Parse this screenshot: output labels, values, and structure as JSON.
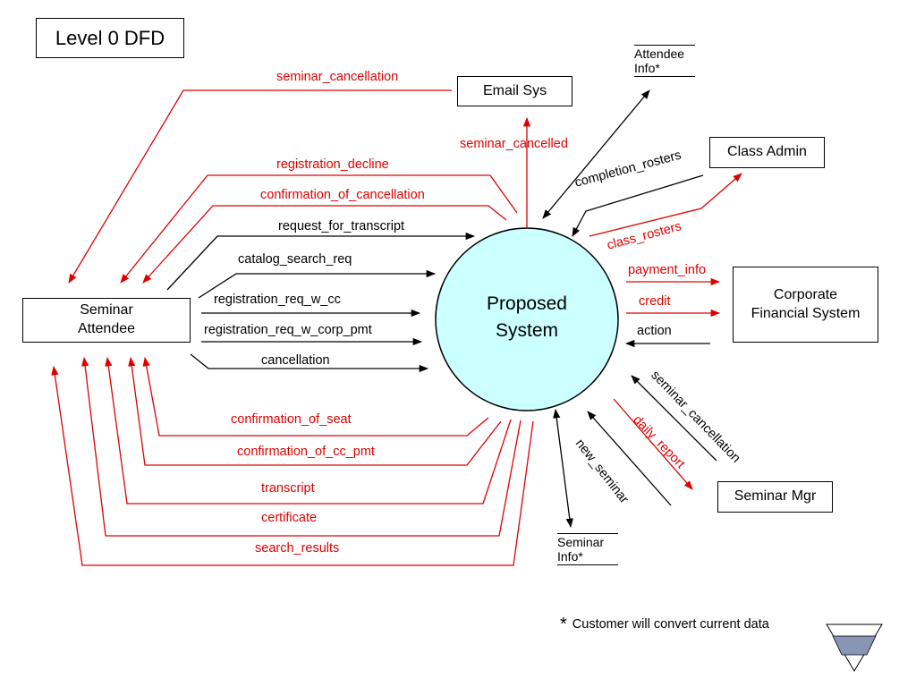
{
  "title": "Level 0 DFD",
  "process": {
    "label": "Proposed\nSystem",
    "fill": "#ccffff"
  },
  "entities": {
    "email_sys": "Email Sys",
    "class_admin": "Class Admin",
    "seminar_attendee": "Seminar\nAttendee",
    "corporate_financial": "Corporate\nFinancial System",
    "seminar_mgr": "Seminar Mgr"
  },
  "stores": {
    "attendee_info": "Attendee Info*",
    "seminar_info": "Seminar Info*"
  },
  "flows": {
    "seminar_cancellation_top": "seminar_cancellation",
    "seminar_cancelled": "seminar_cancelled",
    "registration_decline": "registration_decline",
    "confirmation_of_cancellation": "confirmation_of_cancellation",
    "request_for_transcript": "request_for_transcript",
    "catalog_search_req": "catalog_search_req",
    "registration_req_w_cc": "registration_req_w_cc",
    "registration_req_w_corp_pmt": "registration_req_w_corp_pmt",
    "cancellation": "cancellation",
    "completion_rosters": "completion_rosters",
    "class_rosters": "class_rosters",
    "payment_info": "payment_info",
    "credit": "credit",
    "action": "action",
    "seminar_cancellation_mgr": "seminar_cancellation",
    "daily_report": "daily_report",
    "new_seminar": "new_seminar",
    "confirmation_of_seat": "confirmation_of_seat",
    "confirmation_of_cc_pmt": "confirmation_of_cc_pmt",
    "transcript": "transcript",
    "certificate": "certificate",
    "search_results": "search_results"
  },
  "footnote": {
    "star": "*",
    "text": "Customer will convert current data"
  },
  "colors": {
    "output_flow": "#e00000",
    "input_flow": "#000000",
    "legend_fill": "#8796b5"
  }
}
